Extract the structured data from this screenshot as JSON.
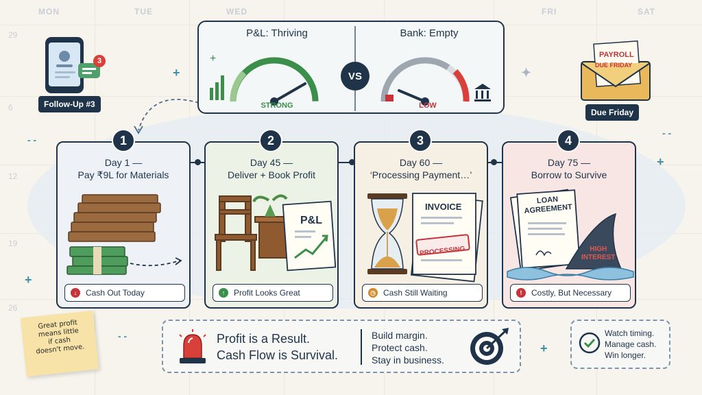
{
  "calendar": {
    "days": [
      "MON",
      "TUE",
      "WED",
      "FRI",
      "SAT"
    ],
    "dates": [
      "29",
      "6",
      "12",
      "19",
      "26"
    ]
  },
  "reminder": {
    "label": "Follow-Up #3",
    "badge": "3"
  },
  "payroll": {
    "letter_line1": "PAYROLL",
    "letter_line2": "DUE FRIDAY",
    "label": "Due Friday"
  },
  "gauges": {
    "left": {
      "title": "P&L:  Thriving",
      "status": "STRONG",
      "status_color": "#3b8f4a"
    },
    "vs": "VS",
    "right": {
      "title": "Bank: Empty",
      "status": "LOW",
      "status_color": "#c4343a"
    }
  },
  "steps": [
    {
      "number": "1",
      "title_line1": "Day 1 —",
      "title_line2": "Pay ₹9L for Materials",
      "pill": "Cash Out Today",
      "pill_icon": "down-arrow-icon",
      "pill_color": "#c4343a",
      "bg": "#eef2f6"
    },
    {
      "number": "2",
      "title_line1": "Day 45 —",
      "title_line2": "Deliver + Book Profit",
      "pill": "Profit Looks Great",
      "pill_icon": "up-arrow-icon",
      "pill_color": "#3b8f4a",
      "bg": "#ecf3e6",
      "doc_label": "P&L"
    },
    {
      "number": "3",
      "title_line1": "Day 60 —",
      "title_line2": "‘Processing Payment…’",
      "pill": "Cash Still Waiting",
      "pill_icon": "clock-icon",
      "pill_color": "#d38b2c",
      "bg": "#f6efe3",
      "doc_label": "INVOICE",
      "stamp": "PROCESSING"
    },
    {
      "number": "4",
      "title_line1": "Day 75 —",
      "title_line2": "Borrow to Survive",
      "pill": "Costly, But Necessary",
      "pill_icon": "alert-icon",
      "pill_color": "#c4343a",
      "bg": "#f7e6e4",
      "doc_label_line1": "LOAN",
      "doc_label_line2": "AGREEMENT",
      "shark_line1": "HIGH",
      "shark_line2": "INTEREST"
    }
  ],
  "sticky_note": [
    "Great profit",
    "means little",
    "if cash",
    "doesn't move."
  ],
  "principle": {
    "line1": "Profit is a Result.",
    "line2": "Cash Flow is Survival."
  },
  "advice": [
    "Build margin.",
    "Protect cash.",
    "Stay in business."
  ],
  "tips": [
    "Watch timing.",
    "Manage cash.",
    "Win longer."
  ]
}
